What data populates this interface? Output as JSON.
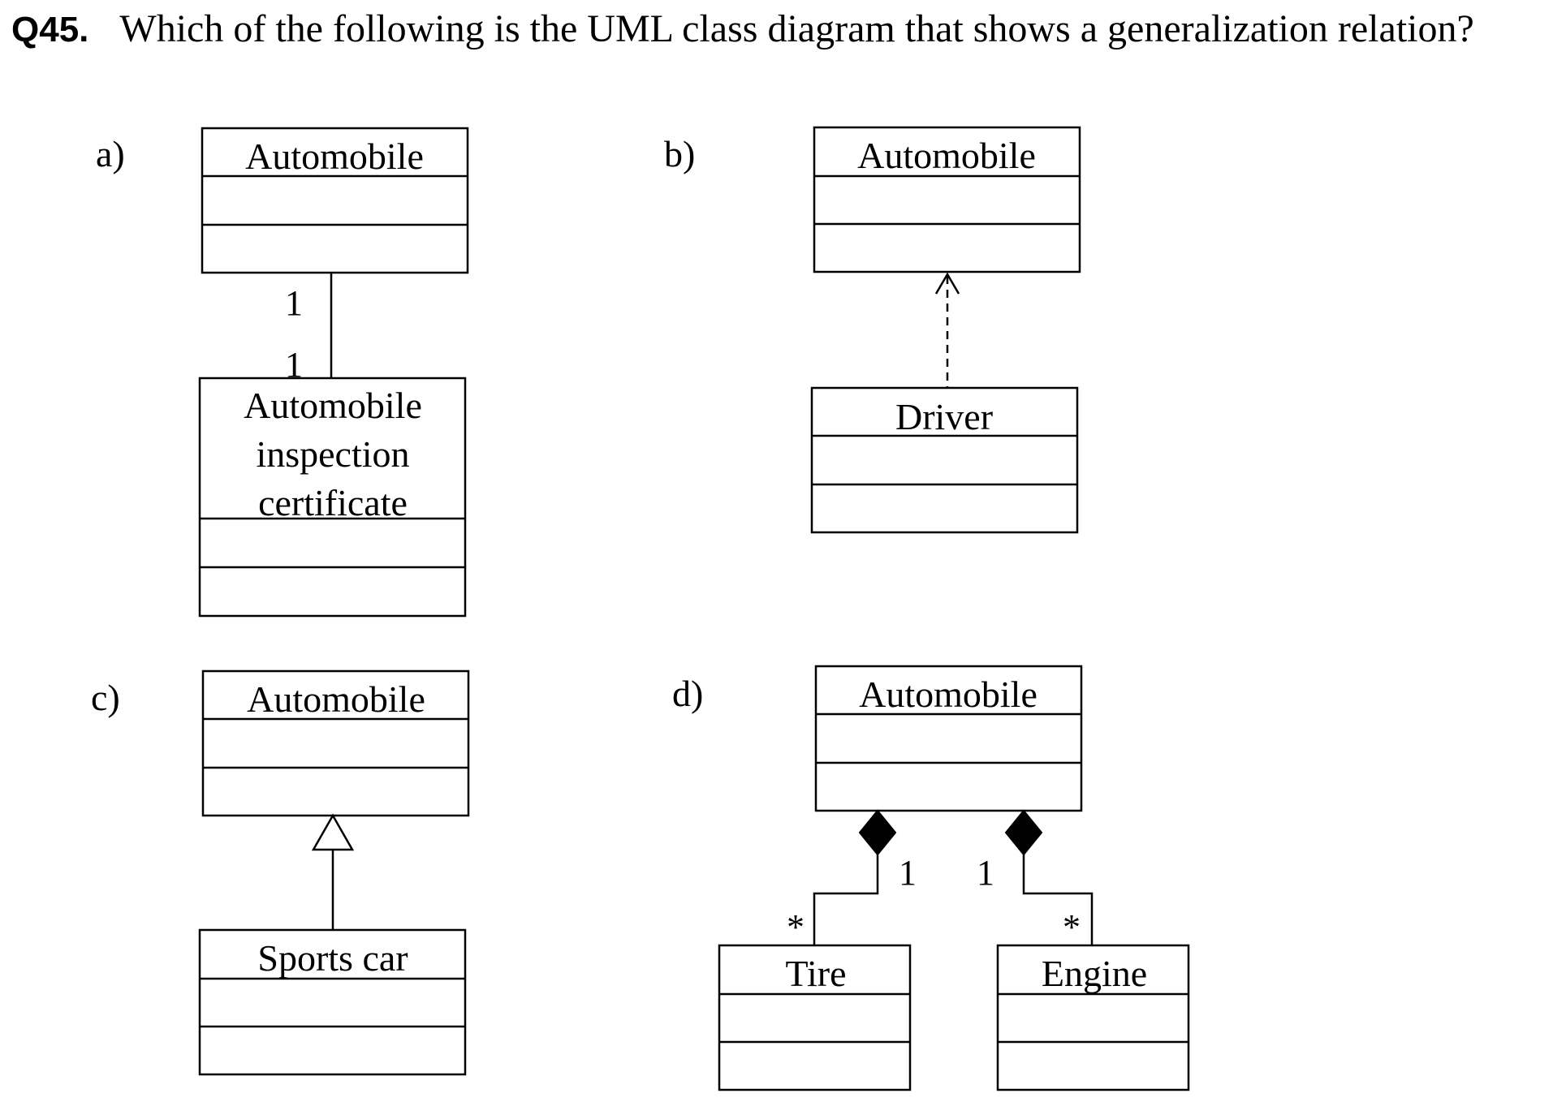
{
  "question": {
    "number": "Q45.",
    "text": "Which of the following is the UML class diagram that shows a generalization relation?"
  },
  "options": {
    "a": {
      "label": "a)",
      "top_class": "Automobile",
      "bottom_class_lines": [
        "Automobile",
        "inspection",
        "certificate"
      ],
      "multiplicity_top": "1",
      "multiplicity_bottom": "1",
      "relation": "association"
    },
    "b": {
      "label": "b)",
      "top_class": "Automobile",
      "bottom_class": "Driver",
      "relation": "dependency"
    },
    "c": {
      "label": "c)",
      "top_class": "Automobile",
      "bottom_class": "Sports car",
      "relation": "generalization"
    },
    "d": {
      "label": "d)",
      "top_class": "Automobile",
      "left_class": "Tire",
      "right_class": "Engine",
      "left_mult_whole": "1",
      "right_mult_whole": "1",
      "left_mult_part": "*",
      "right_mult_part": "*",
      "relation": "composition"
    }
  }
}
